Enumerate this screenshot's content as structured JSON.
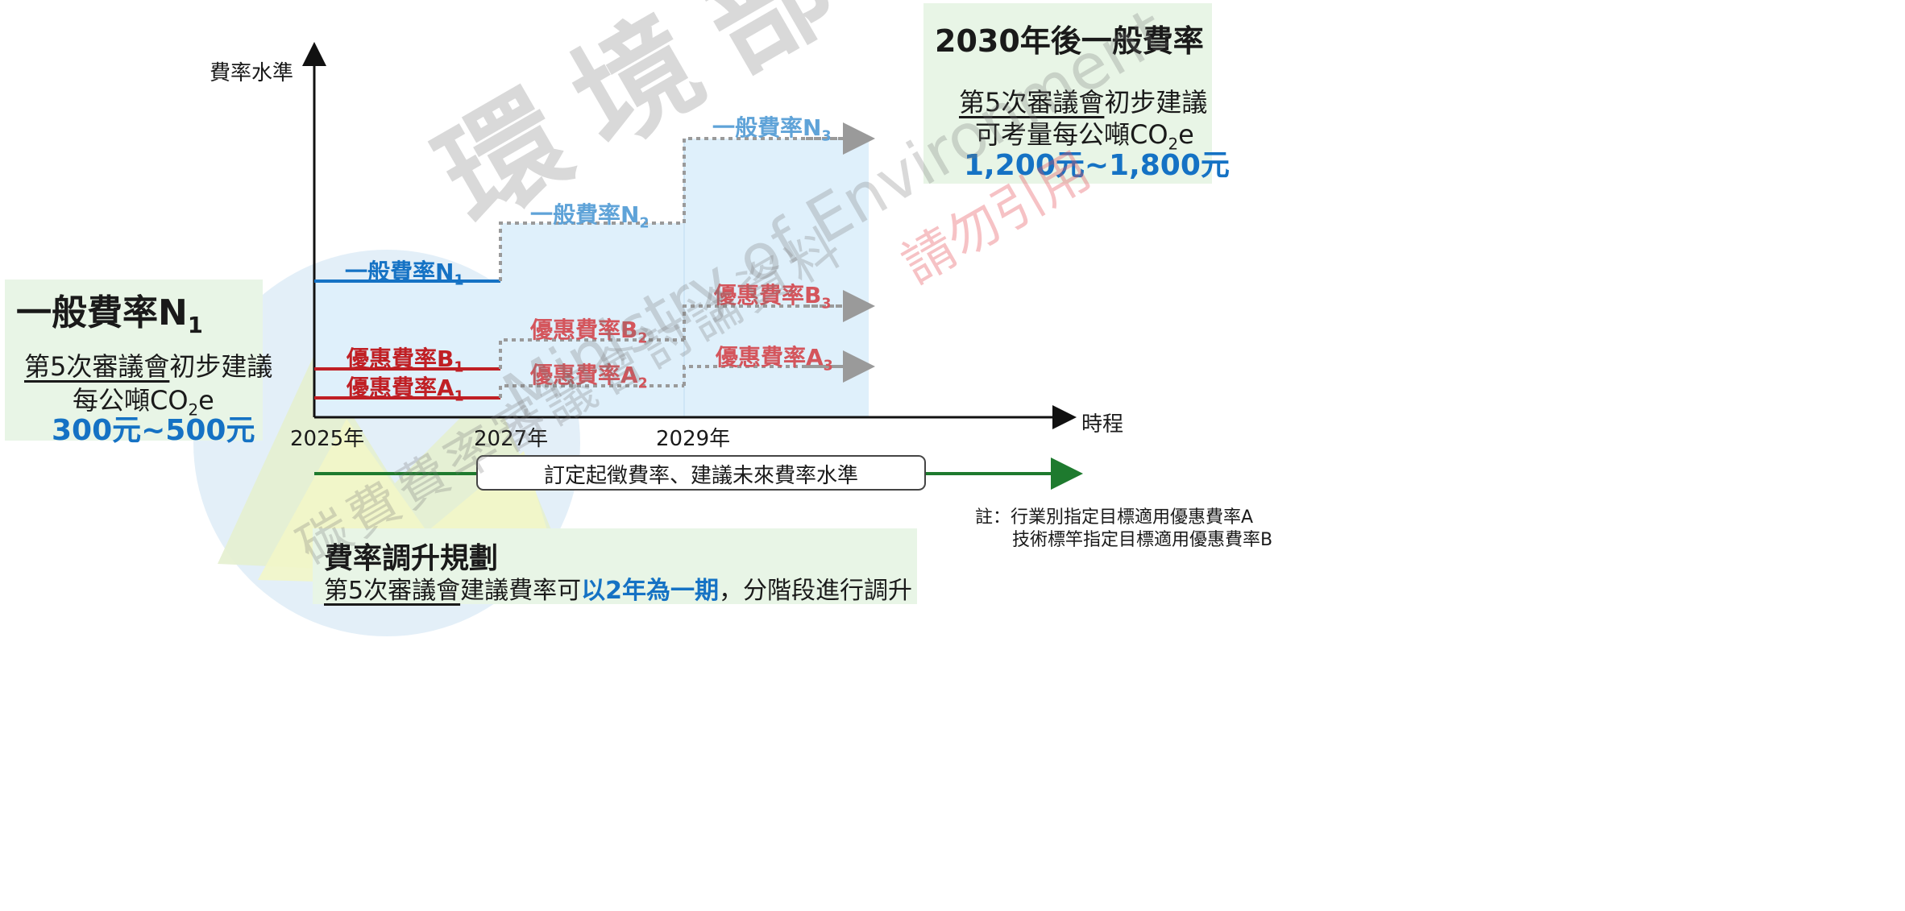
{
  "left_box": {
    "title": "一般費率N",
    "title_sub": "1",
    "line1_u": "第5次審議會",
    "line1_rest": "初步建議",
    "line2_a": "每公噸CO",
    "line2_sub": "2",
    "line2_b": "e",
    "range": "300元~500元"
  },
  "right_box": {
    "title": "2030年後一般費率",
    "line1_u": "第5次審議會",
    "line1_rest": "初步建議",
    "line2_a": "可考量每公噸CO",
    "line2_sub": "2",
    "line2_b": "e",
    "range": "1,200元~1,800元"
  },
  "bottom_box": {
    "title": "費率調升規劃",
    "line_u": "第5次審議會",
    "line_a": "建議費率可",
    "line_bold": "以2年為一期",
    "line_b": "，分階段進行調升"
  },
  "axes": {
    "y_label": "費率水準",
    "x_label": "時程",
    "x_ticks": [
      "2025年",
      "2027年",
      "2029年"
    ]
  },
  "series": {
    "n1": {
      "label": "一般費率N",
      "sub": "1"
    },
    "n2": {
      "label": "一般費率N",
      "sub": "2"
    },
    "n3": {
      "label": "一般費率N",
      "sub": "3"
    },
    "b1": {
      "label": "優惠費率B",
      "sub": "1"
    },
    "a1": {
      "label": "優惠費率A",
      "sub": "1"
    },
    "b2": {
      "label": "優惠費率B",
      "sub": "2"
    },
    "a2": {
      "label": "優惠費率A",
      "sub": "2"
    },
    "b3": {
      "label": "優惠費率B",
      "sub": "3"
    },
    "a3": {
      "label": "優惠費率A",
      "sub": "3"
    }
  },
  "timeline_label": "訂定起徵費率、建議未來費率水準",
  "note": {
    "line1": "註：行業別指定目標適用優惠費率A",
    "line2": "技術標竿指定目標適用優惠費率B"
  },
  "watermarks": {
    "big": "環境部",
    "english": "Ministry of Environment",
    "bottom": "碳費費率審議會討論資料",
    "red": "請勿引用"
  },
  "colors": {
    "green_box": "#e8f5e6",
    "light_blue_area": "#dff0fb",
    "general_rate_blue": "#1572c4",
    "preferential_red": "#c01f24",
    "timeline_green": "#1e7a2e"
  }
}
